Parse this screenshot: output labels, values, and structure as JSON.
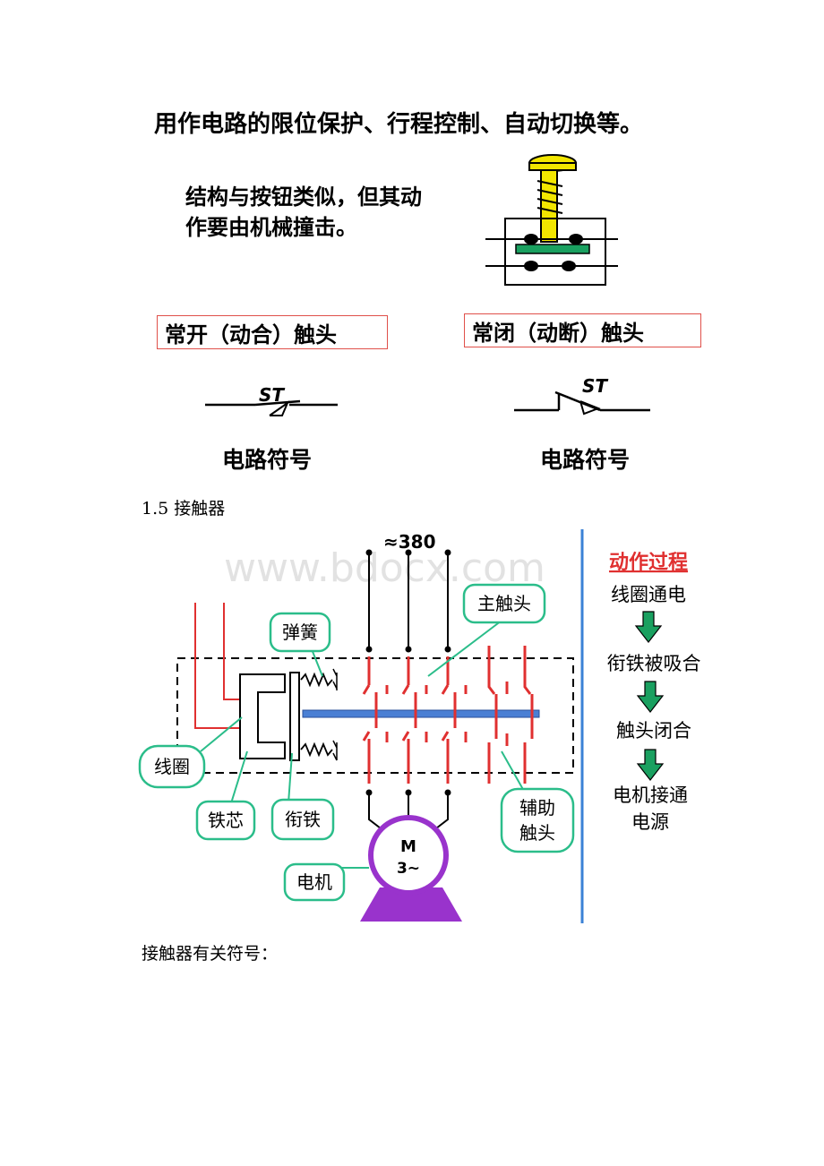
{
  "intro_line": "用作电路的限位保护、行程控制、自动切换等。",
  "structure_desc": {
    "line1": "结构与按钮类似，但其动",
    "line2": "作要由机械撞击。"
  },
  "limit_switch": {
    "no_contact_label": "常开（动合）触头",
    "nc_contact_label": "常闭（动断）触头",
    "symbol_text": "ST",
    "circuit_symbol_caption": "电路符号"
  },
  "section_heading": "1.5 接触器",
  "contactor_diagram": {
    "voltage": "≈380",
    "watermark": "www.bdocx.com",
    "callouts": {
      "spring": "弹簧",
      "main_contact": "主触头",
      "coil": "线圈",
      "core": "铁芯",
      "armature": "衔铁",
      "aux_contact_1": "辅助",
      "aux_contact_2": "触头",
      "motor": "电机"
    },
    "motor_text_1": "M",
    "motor_text_2": "3~",
    "process": {
      "title": "动作过程",
      "steps": [
        "线圈通电",
        "衔铁被吸合",
        "触头闭合"
      ],
      "last_step_line1": "电机接通",
      "last_step_line2": "电源"
    },
    "colors": {
      "red": "#e03030",
      "green": "#1aa060",
      "purple": "#9933cc",
      "blue_bar": "#4a7fd4",
      "callout": "#2bbd8a"
    }
  },
  "contactor_symbols_label": "接触器有关符号："
}
